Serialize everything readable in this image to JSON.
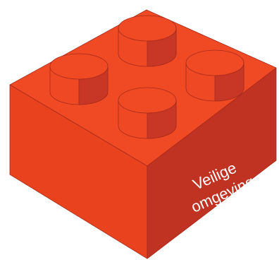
{
  "brick": {
    "label_line1": "Veilige",
    "label_line2": "omgeving",
    "stud_count": 4
  },
  "colors": {
    "top": "#F04A24",
    "left_side": "#E8431E",
    "right_side": "#C03222",
    "stud_top": "#F04A24",
    "stud_left": "#EE4824",
    "stud_right": "#C83725",
    "outline": "#A82A1C",
    "label_text": "#FFFFFF"
  }
}
